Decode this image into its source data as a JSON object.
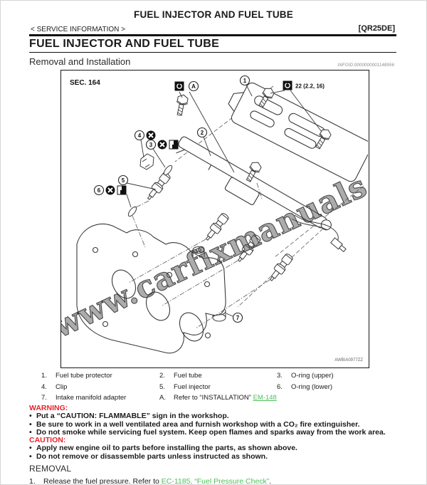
{
  "page": {
    "header_title": "FUEL INJECTOR AND FUEL TUBE",
    "breadcrumb": "< SERVICE INFORMATION >",
    "engine_code": "[QR25DE]",
    "section_heading": "FUEL INJECTOR AND FUEL TUBE",
    "subsection_heading": "Removal and Installation",
    "infoid": "INFOID:0000000001148956"
  },
  "diagram": {
    "sec_label": "SEC. 164",
    "torque_spec": "22 (2.2, 16)",
    "image_code": "AWBIA0977ZZ",
    "watermark": "www.carfixmanuals.com",
    "callouts": [
      "1",
      "2",
      "3",
      "4",
      "5",
      "6",
      "7",
      "A"
    ]
  },
  "parts": [
    {
      "num": "1.",
      "label": "Fuel tube protector"
    },
    {
      "num": "2.",
      "label": "Fuel tube"
    },
    {
      "num": "3.",
      "label": "O-ring (upper)"
    },
    {
      "num": "4.",
      "label": "Clip"
    },
    {
      "num": "5.",
      "label": "Fuel injector"
    },
    {
      "num": "6.",
      "label": "O-ring (lower)"
    },
    {
      "num": "7.",
      "label": "Intake manifold adapter"
    },
    {
      "num": "A.",
      "label": "Refer to “INSTALLATION” ",
      "link": "EM-148"
    }
  ],
  "warning": {
    "title": "WARNING:",
    "items": [
      "Put a “CAUTION: FLAMMABLE” sign in the workshop.",
      "Be sure to work in a well ventilated area and furnish workshop with a CO₂ fire extinguisher.",
      "Do not smoke while servicing fuel system. Keep open flames and sparks away from the work area."
    ]
  },
  "caution": {
    "title": "CAUTION:",
    "items": [
      "Apply new engine oil to parts before installing the parts, as shown above.",
      "Do not remove or disassemble parts unless instructed as shown."
    ]
  },
  "removal": {
    "title": "REMOVAL",
    "step_num": "1.",
    "step_text": "Release the fuel pressure. Refer to ",
    "step_link": "EC-1185, “Fuel Pressure Check”",
    "step_suffix": "."
  }
}
